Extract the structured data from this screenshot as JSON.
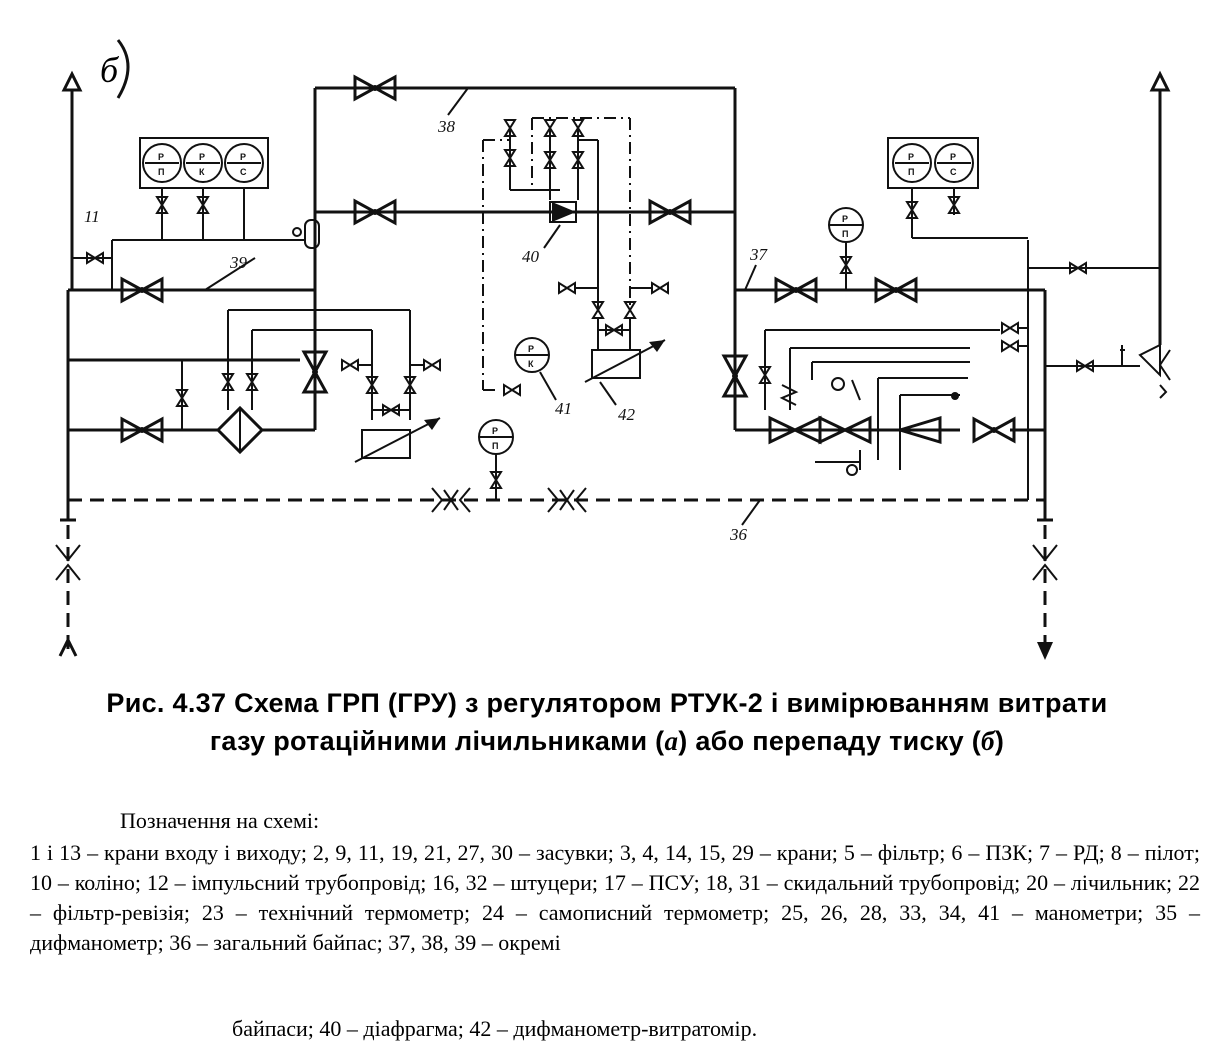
{
  "diagram": {
    "variant_mark": "б",
    "labels": [
      {
        "id": "38",
        "text": "38"
      },
      {
        "id": "39",
        "text": "39"
      },
      {
        "id": "40",
        "text": "40"
      },
      {
        "id": "41",
        "text": "41"
      },
      {
        "id": "42",
        "text": "42"
      },
      {
        "id": "37",
        "text": "37"
      },
      {
        "id": "36",
        "text": "36"
      },
      {
        "id": "11",
        "text": "11"
      }
    ],
    "gauge_top": "P",
    "gauge_bottom_pi": "П",
    "gauge_bottom_k": "К",
    "gauge_bottom_c": "С"
  },
  "caption": {
    "line1": "Рис. 4.37 Схема ГРП (ГРУ) з регулятором РТУК-2 і вимірюванням витрати",
    "line2_prefix": "газу ротаційними лічильниками (",
    "line2_a": "а",
    "line2_middle": ") або перепаду тиску (",
    "line2_b": "б",
    "line2_suffix": ")"
  },
  "legend": {
    "title": "Позначення на схемі:",
    "body": "1 і 13 – крани входу і виходу; 2, 9, 11, 19, 21, 27, 30 – засувки; 3, 4, 14, 15, 29 – крани; 5 – фільтр; 6 – ПЗК; 7 – РД; 8 – пілот; 10 – коліно; 12 – імпульсний трубопровід; 16, 32 – штуцери; 17 – ПСУ; 18, 31 – скидальний трубопровід; 20 – лічильник; 22 – фільтр-ревізія; 23 – технічний термометр; 24 – самописний термометр; 25, 26, 28, 33, 34, 41 – манометри; 35 – дифманометр; 36 – загальний байпас; 37, 38, 39 – окремі",
    "last_line": "байпаси; 40 – діафрагма; 42 – дифманометр-витратомір."
  }
}
